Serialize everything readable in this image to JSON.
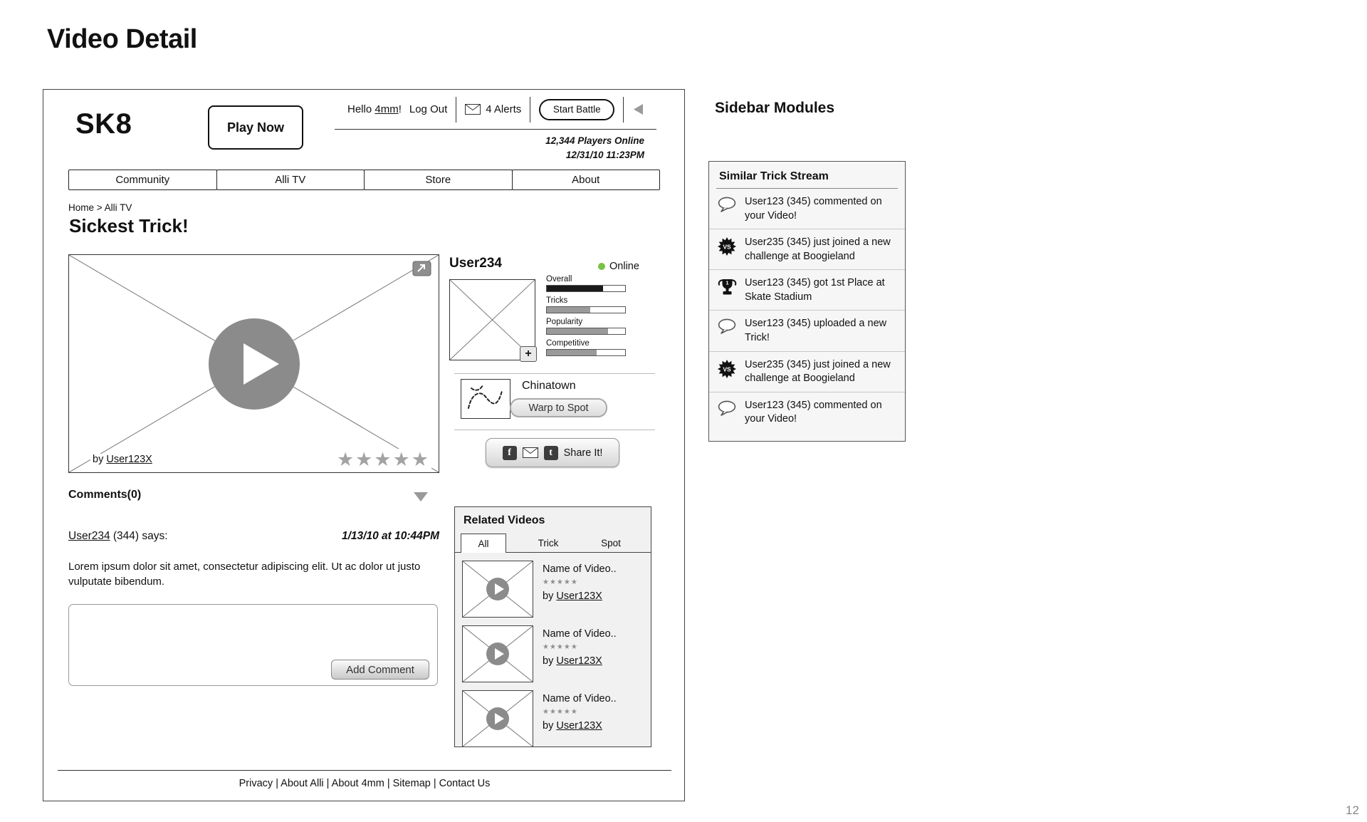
{
  "page": {
    "title": "Video Detail",
    "page_number": "12"
  },
  "masthead": {
    "logo": "SK8",
    "play_now": "Play Now",
    "hello": "Hello",
    "username": "4mm",
    "bang": "!",
    "logout": "Log Out",
    "alerts": "4 Alerts",
    "start_battle": "Start Battle",
    "players_online": "12,344 Players  Online",
    "datetime": "12/31/10  11:23PM"
  },
  "nav": {
    "items": [
      "Community",
      "Alli TV",
      "Store",
      "About"
    ]
  },
  "content": {
    "breadcrumb": "Home > Alli TV",
    "heading": "Sickest Trick!",
    "video_by_prefix": "by ",
    "video_author": "User123X",
    "video_stars": "★★★★★"
  },
  "profile": {
    "username": "User234",
    "status": "Online",
    "online_color": "#7ac143",
    "add": "+",
    "stats": [
      {
        "label": "Overall",
        "percent": 72,
        "color": "#1a1a1a"
      },
      {
        "label": "Tricks",
        "percent": 55,
        "color": "#9a9a9a"
      },
      {
        "label": "Popularity",
        "percent": 78,
        "color": "#9a9a9a"
      },
      {
        "label": "Competitive",
        "percent": 64,
        "color": "#9a9a9a"
      }
    ],
    "spot": "Chinatown",
    "warp": "Warp to Spot",
    "fb": "f",
    "tw": "t",
    "share": "Share It!"
  },
  "comments": {
    "heading": "Comments(0)",
    "author": "User234",
    "meta": " (344) says:",
    "timestamp": "1/13/10 at 10:44PM",
    "body": "Lorem ipsum dolor sit amet, consectetur adipiscing elit. Ut ac dolor ut justo vulputate bibendum.",
    "add_button": "Add Comment"
  },
  "related": {
    "title": "Related Videos",
    "tabs": [
      "All",
      "Trick",
      "Spot"
    ],
    "items": [
      {
        "name": "Name of Video..",
        "stars": "★★★★★",
        "by": "by ",
        "author": "User123X"
      },
      {
        "name": "Name of Video..",
        "stars": "★★★★★",
        "by": "by ",
        "author": "User123X"
      },
      {
        "name": "Name of Video..",
        "stars": "★★★★★",
        "by": "by ",
        "author": "User123X"
      }
    ]
  },
  "footer": {
    "links": "Privacy | About Alli | About 4mm | Sitemap | Contact Us"
  },
  "sidebar": {
    "heading": "Sidebar Modules",
    "module_title": "Similar Trick Stream",
    "items": [
      {
        "icon": "comment-icon",
        "text": "User123 (345) commented on your Video!"
      },
      {
        "icon": "vs-icon",
        "text": "User235 (345) just joined a new challenge at Boogieland"
      },
      {
        "icon": "trophy-icon",
        "text": "User123 (345) got 1st Place at Skate Stadium"
      },
      {
        "icon": "comment-icon",
        "text": "User123 (345) uploaded a new Trick!"
      },
      {
        "icon": "vs-icon",
        "text": "User235 (345) just joined a new challenge at Boogieland"
      },
      {
        "icon": "comment-icon",
        "text": "User123 (345) commented on your Video!"
      }
    ]
  }
}
